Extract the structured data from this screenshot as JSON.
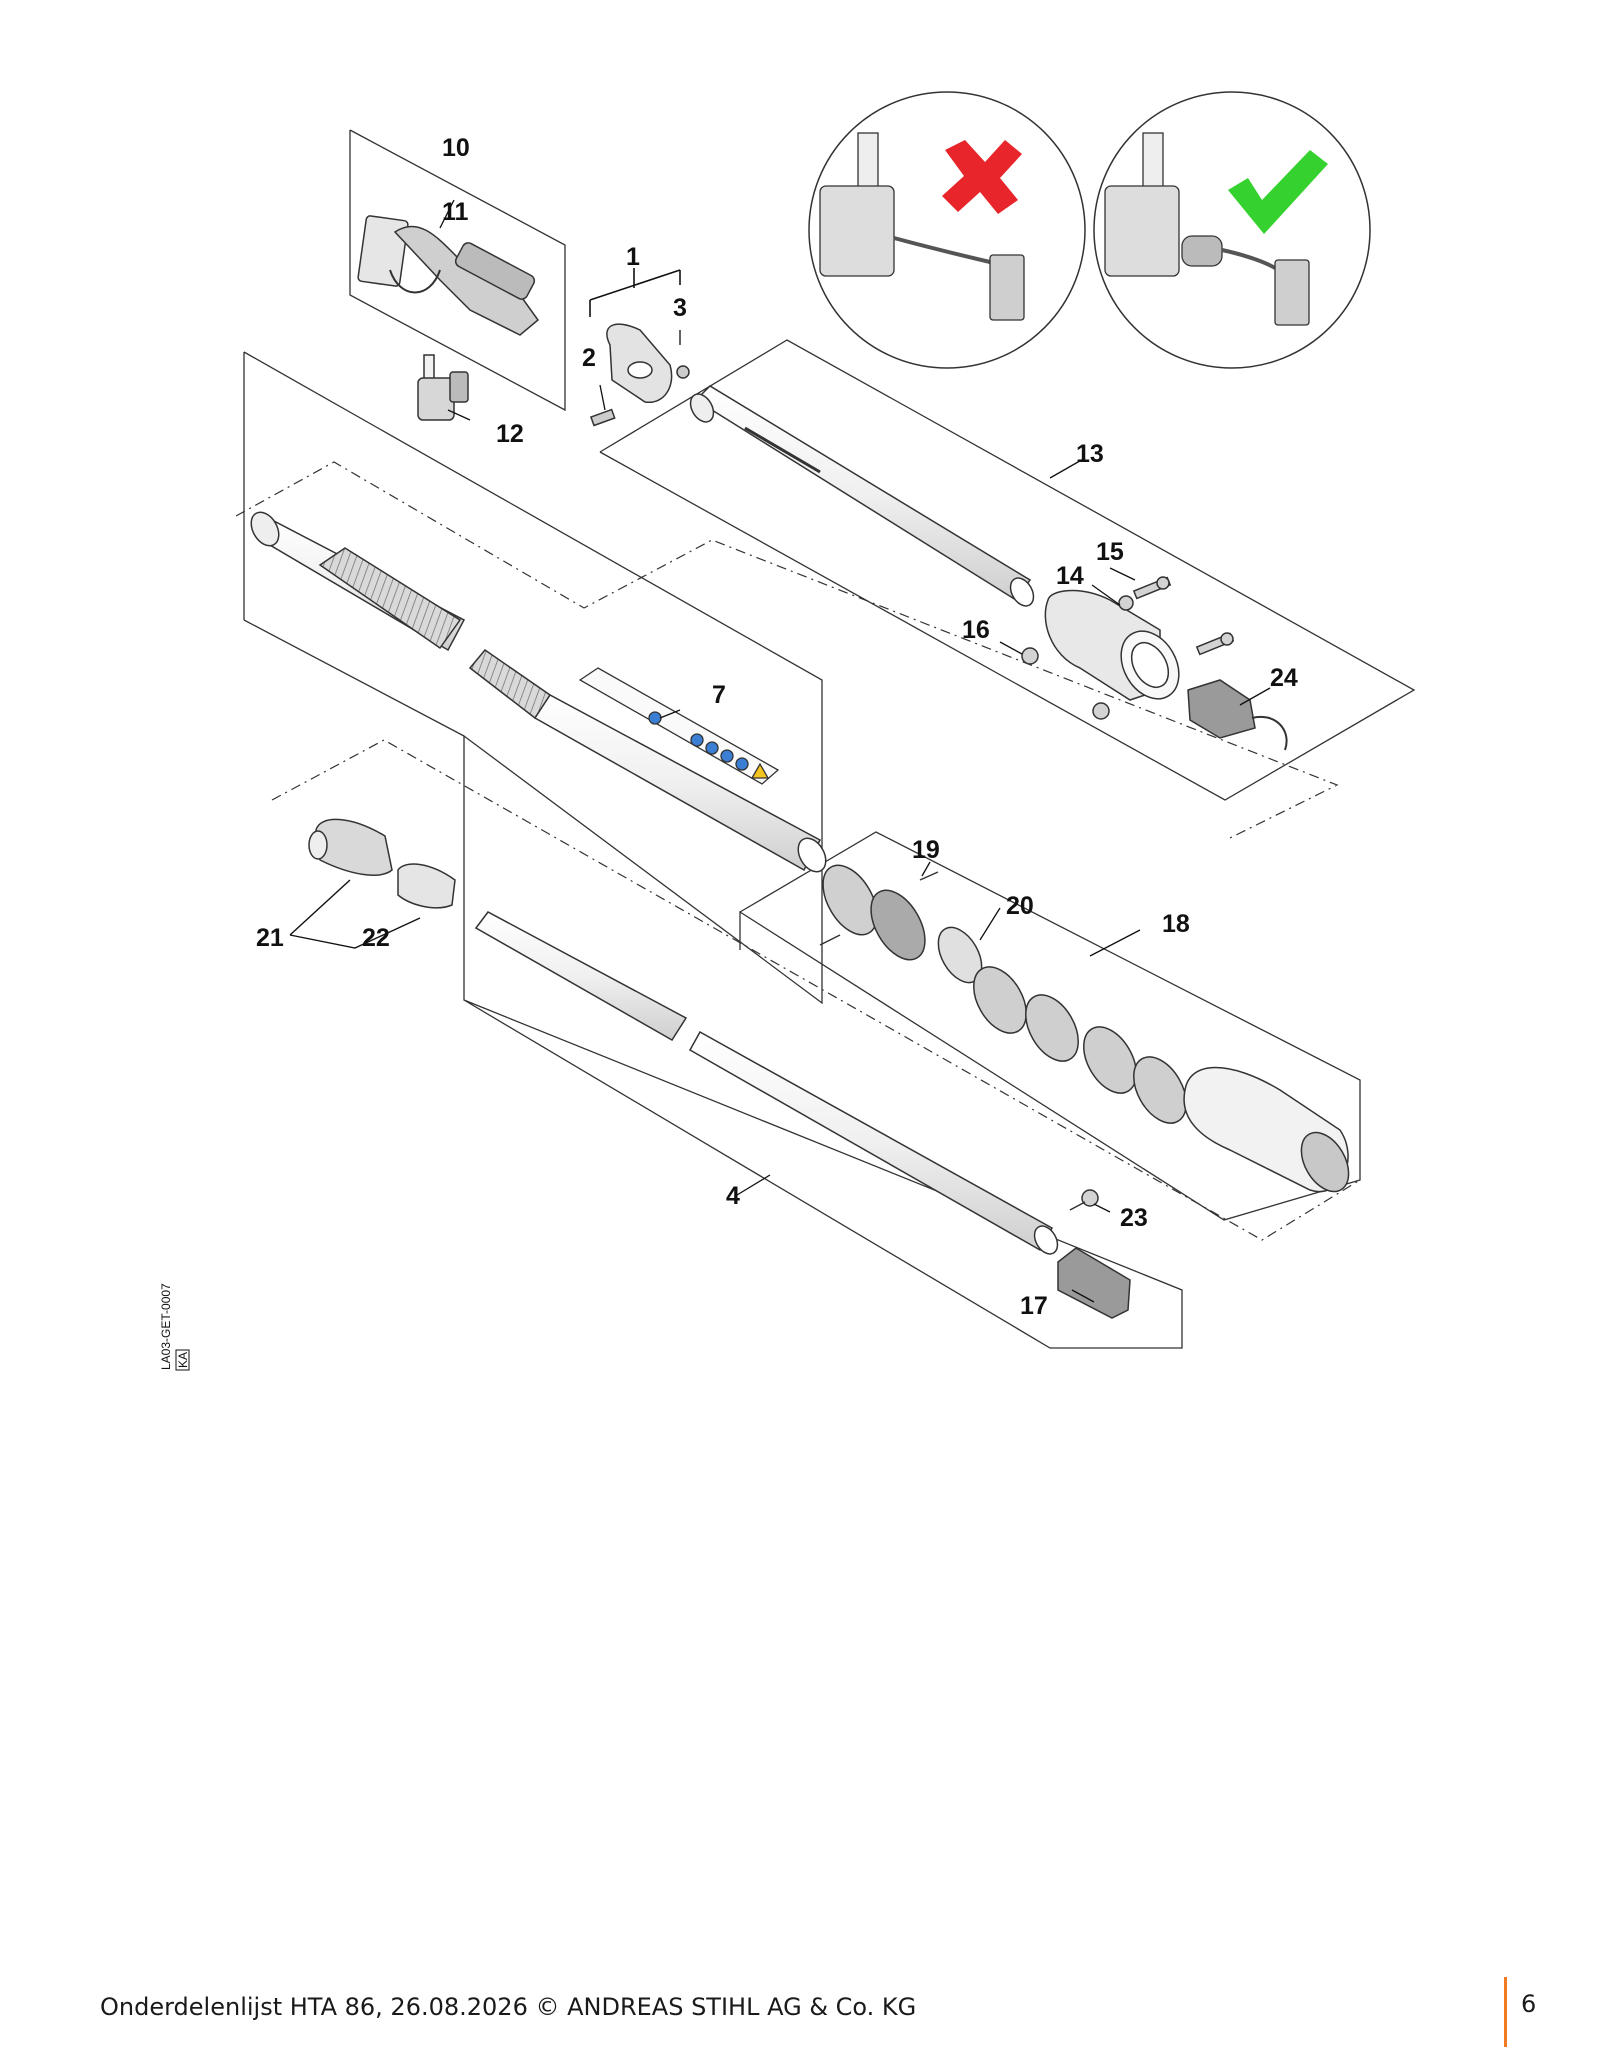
{
  "diagram": {
    "callouts": {
      "c1": "1",
      "c2": "2",
      "c3": "3",
      "c4": "4",
      "c7": "7",
      "c10": "10",
      "c11": "11",
      "c12": "12",
      "c13": "13",
      "c14": "14",
      "c15": "15",
      "c16": "16",
      "c17": "17",
      "c18": "18",
      "c19": "19",
      "c20": "20",
      "c21": "21",
      "c22": "22",
      "c23": "23",
      "c24": "24"
    },
    "drawing_code": "LA03-GET-0007",
    "drawing_code_small": "KA",
    "insets": [
      {
        "name": "incorrect-assembly",
        "marker": "cross",
        "color": "#e8252a"
      },
      {
        "name": "correct-assembly",
        "marker": "check",
        "color": "#35d12f"
      }
    ],
    "colors": {
      "line": "#333333",
      "part_fill": "#f4f4f4",
      "label_blue": "#3b7fd4",
      "warning_yellow": "#f4c51e"
    }
  },
  "footer": {
    "text": "Onderdelenlijst HTA 86, 26.08.2026 © ANDREAS STIHL AG & Co. KG",
    "page_number": "6",
    "accent_color": "#f37a1f"
  }
}
